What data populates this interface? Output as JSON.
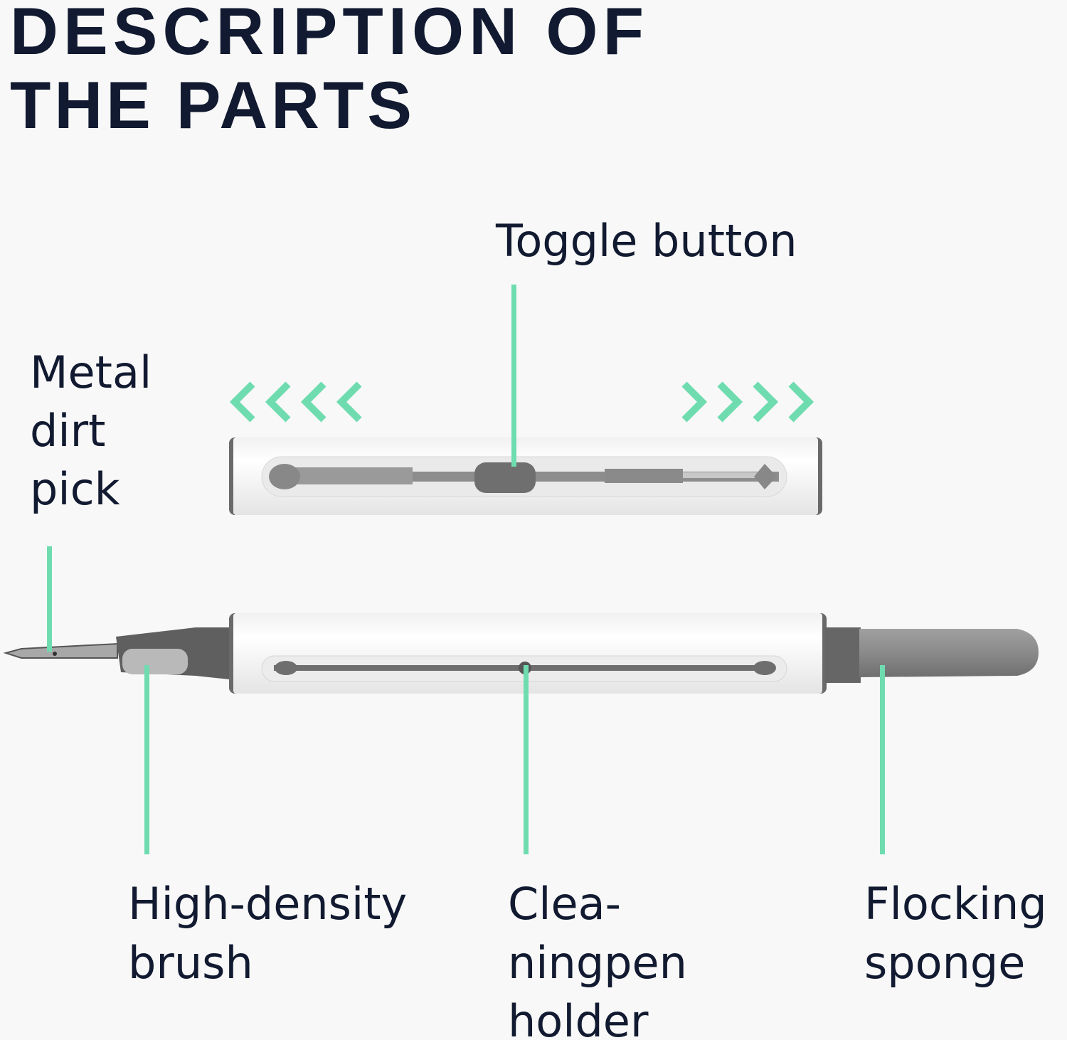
{
  "title": {
    "line1": "DESCRIPTION OF",
    "line2": "THE PARTS"
  },
  "labels": {
    "toggle": "Toggle button",
    "pick": [
      "Metal",
      "dirt",
      "pick"
    ],
    "brush": [
      "High-density",
      "brush"
    ],
    "holder": [
      "Clea-",
      "ningpen",
      "holder"
    ],
    "sponge": [
      "Flocking",
      "sponge"
    ]
  },
  "colors": {
    "accent": "#6fdcb0",
    "text": "#111a30",
    "body": "#ffffff",
    "grey": "#6b6b6b"
  }
}
